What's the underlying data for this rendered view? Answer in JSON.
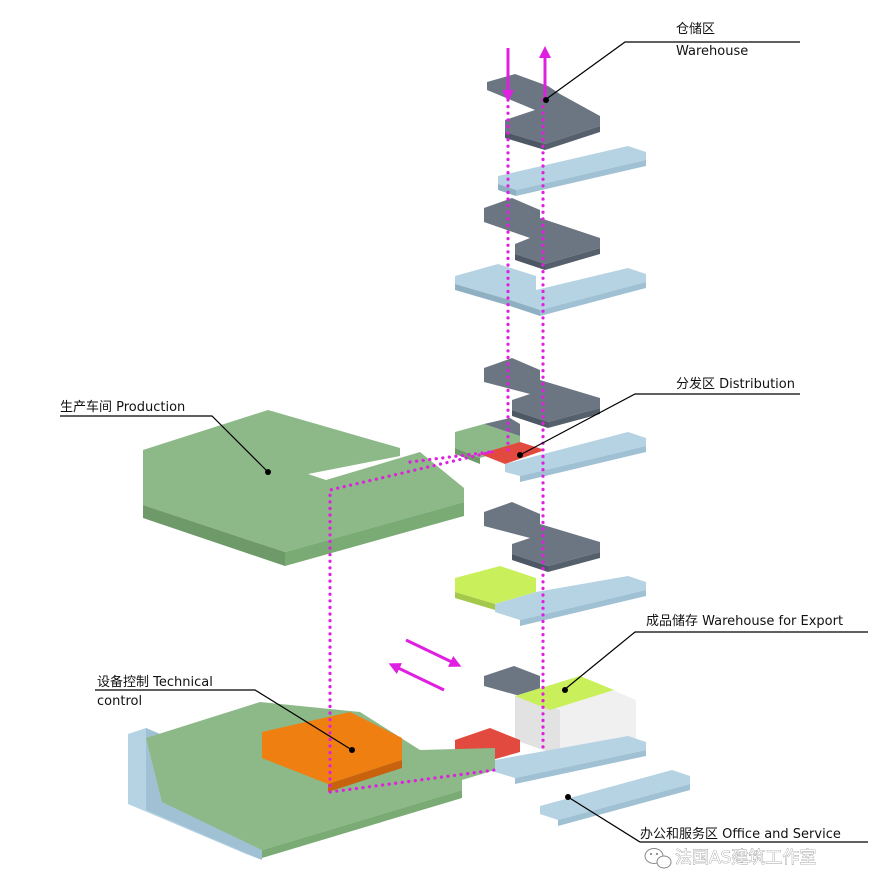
{
  "diagram": {
    "labels": {
      "warehouse_cn": "仓储区",
      "warehouse_en": "Warehouse",
      "distribution": "分发区 Distribution",
      "production": "生产车间 Production",
      "export": "成品储存 Warehouse for Export",
      "technical_line1": "设备控制 Technical",
      "technical_line2": "control",
      "office": "办公和服务区 Office and Service"
    },
    "watermark": "法国AS建筑工作室",
    "colors": {
      "slate": "#5f6b78",
      "light_blue": "#b5d3e3",
      "green": "#8cb987",
      "lime": "#c9f05b",
      "orange": "#f07f12",
      "red": "#e34a3f",
      "white_block": "#f0f0f0",
      "magenta_flow": "#e020e0"
    },
    "icons": [
      "wechat-icon",
      "flow-arrow-icon"
    ]
  }
}
